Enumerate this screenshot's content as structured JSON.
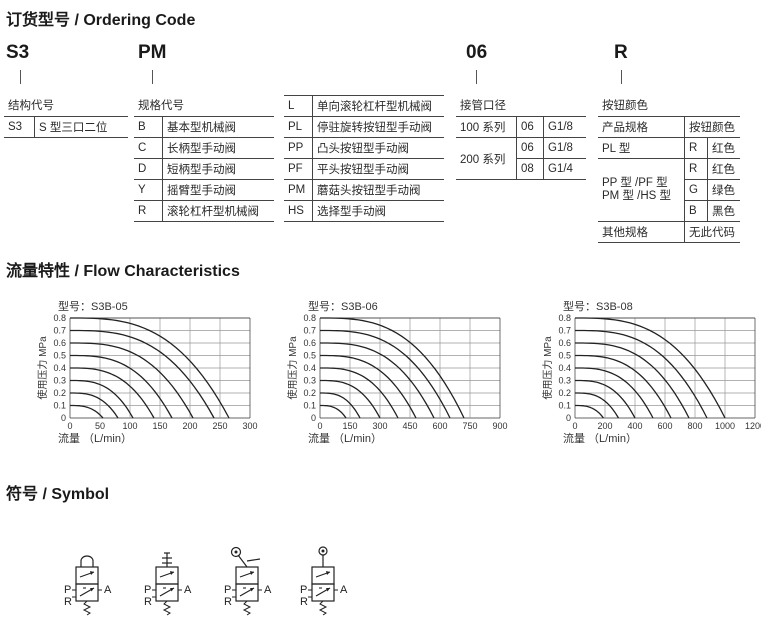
{
  "ordering": {
    "heading": "订货型号 / Ordering Code",
    "codes": [
      "S3",
      "PM",
      "06",
      "R"
    ],
    "structure": {
      "title": "结构代号",
      "rows": [
        [
          "S3",
          "S 型三口二位"
        ]
      ]
    },
    "spec": {
      "title": "规格代号",
      "rows": [
        [
          "B",
          "基本型机械阀"
        ],
        [
          "C",
          "长柄型手动阀"
        ],
        [
          "D",
          "短柄型手动阀"
        ],
        [
          "Y",
          "摇臂型手动阀"
        ],
        [
          "R",
          "滚轮杠杆型机械阀"
        ]
      ],
      "rows2": [
        [
          "L",
          "单向滚轮杠杆型机械阀"
        ],
        [
          "PL",
          "停驻旋转按钮型手动阀"
        ],
        [
          "PP",
          "凸头按钮型手动阀"
        ],
        [
          "PF",
          "平头按钮型手动阀"
        ],
        [
          "PM",
          "蘑菇头按钮型手动阀"
        ],
        [
          "HS",
          "选择型手动阀"
        ]
      ]
    },
    "port": {
      "title": "接管口径",
      "groups": [
        {
          "series": "100 系列",
          "rows": [
            [
              "06",
              "G1/8"
            ]
          ]
        },
        {
          "series": "200 系列",
          "rows": [
            [
              "06",
              "G1/8"
            ],
            [
              "08",
              "G1/4"
            ]
          ]
        }
      ]
    },
    "button": {
      "title": "按钮颜色",
      "header": [
        "产品规格",
        "按钮颜色"
      ],
      "pl": {
        "spec": "PL 型",
        "code": "R",
        "color": "红色"
      },
      "multi": {
        "spec_line1": "PP 型 /PF 型",
        "spec_line2": "PM 型 /HS 型",
        "rows": [
          [
            "R",
            "红色"
          ],
          [
            "G",
            "绿色"
          ],
          [
            "B",
            "黑色"
          ]
        ]
      },
      "other": {
        "spec": "其他规格",
        "value": "无此代码"
      }
    }
  },
  "flow": {
    "heading": "流量特性 / Flow Characteristics",
    "ylabel": "使用压力 MPa",
    "xlabel": "流量 （L/min）",
    "yticks": [
      "0",
      "0.1",
      "0.2",
      "0.3",
      "0.4",
      "0.5",
      "0.6",
      "0.7",
      "0.8"
    ]
  },
  "chart_data": [
    {
      "type": "line",
      "title": "型号：S3B-05",
      "xlabel": "流量 （L/min）",
      "ylabel": "使用压力 MPa",
      "xlim": [
        0,
        300
      ],
      "ylim": [
        0,
        0.8
      ],
      "grid": true,
      "xticks": [
        "0",
        "50",
        "100",
        "150",
        "200",
        "250",
        "300"
      ],
      "series": [
        {
          "p0": 0.1,
          "qmax": 55
        },
        {
          "p0": 0.2,
          "qmax": 80
        },
        {
          "p0": 0.3,
          "qmax": 105
        },
        {
          "p0": 0.4,
          "qmax": 140
        },
        {
          "p0": 0.5,
          "qmax": 170
        },
        {
          "p0": 0.6,
          "qmax": 205
        },
        {
          "p0": 0.7,
          "qmax": 240
        },
        {
          "p0": 0.8,
          "qmax": 265
        }
      ]
    },
    {
      "type": "line",
      "title": "型号：S3B-06",
      "xlabel": "流量 （L/min）",
      "ylabel": "使用压力 MPa",
      "xlim": [
        0,
        900
      ],
      "ylim": [
        0,
        0.8
      ],
      "grid": true,
      "xticks": [
        "0",
        "150",
        "300",
        "450",
        "600",
        "750",
        "900"
      ],
      "series": [
        {
          "p0": 0.1,
          "qmax": 130
        },
        {
          "p0": 0.2,
          "qmax": 200
        },
        {
          "p0": 0.3,
          "qmax": 300
        },
        {
          "p0": 0.4,
          "qmax": 390
        },
        {
          "p0": 0.5,
          "qmax": 480
        },
        {
          "p0": 0.6,
          "qmax": 570
        },
        {
          "p0": 0.7,
          "qmax": 650
        },
        {
          "p0": 0.8,
          "qmax": 720
        }
      ]
    },
    {
      "type": "line",
      "title": "型号：S3B-08",
      "xlabel": "流量 （L/min）",
      "ylabel": "使用压力 MPa",
      "xlim": [
        0,
        1200
      ],
      "ylim": [
        0,
        0.8
      ],
      "grid": true,
      "xticks": [
        "0",
        "200",
        "400",
        "600",
        "800",
        "1000",
        "1200"
      ],
      "series": [
        {
          "p0": 0.1,
          "qmax": 190
        },
        {
          "p0": 0.2,
          "qmax": 290
        },
        {
          "p0": 0.3,
          "qmax": 400
        },
        {
          "p0": 0.4,
          "qmax": 520
        },
        {
          "p0": 0.5,
          "qmax": 640
        },
        {
          "p0": 0.6,
          "qmax": 760
        },
        {
          "p0": 0.7,
          "qmax": 880
        },
        {
          "p0": 0.8,
          "qmax": 1000
        }
      ]
    }
  ],
  "symbol": {
    "heading": "符号 / Symbol",
    "port_p": "P",
    "port_r": "R",
    "port_a": "A",
    "icons": [
      "push-button-actuator-icon",
      "manual-lever-actuator-icon",
      "roller-lever-actuator-icon",
      "plunger-actuator-icon"
    ]
  }
}
